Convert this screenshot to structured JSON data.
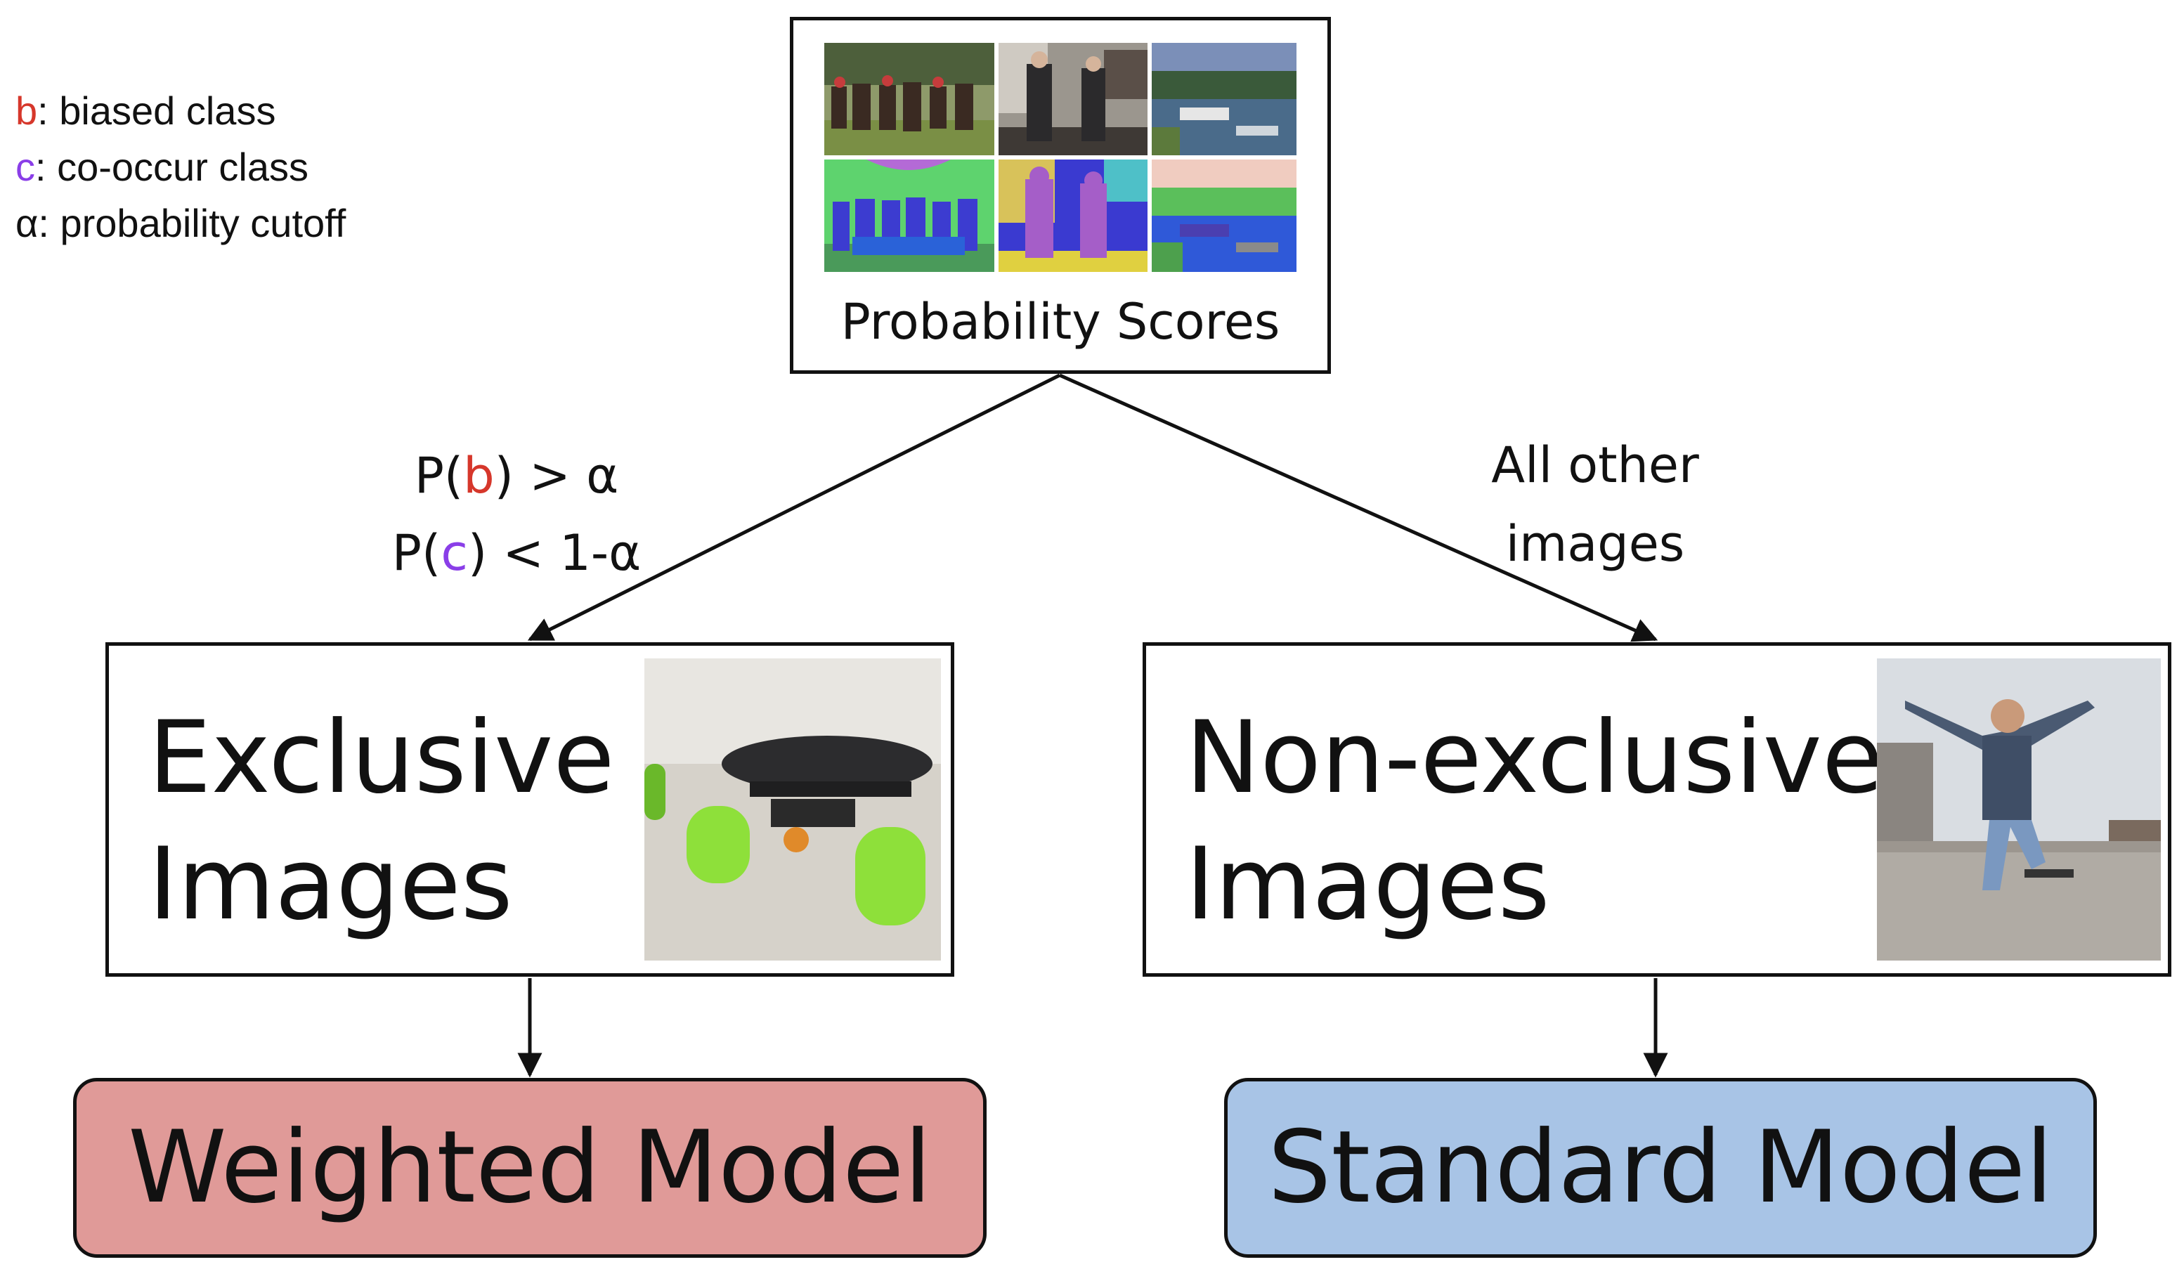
{
  "legend": {
    "b_symbol": "b",
    "b_text": ": biased class",
    "c_symbol": "c",
    "c_text": ": co-occur class",
    "alpha_symbol": "α",
    "alpha_text": ": probability cutoff"
  },
  "probability_box": {
    "label": "Probability Scores"
  },
  "left_condition": {
    "line1_prefix": "P(",
    "line1_symbol": "b",
    "line1_suffix": ") > α",
    "line2_prefix": "P(",
    "line2_symbol": "c",
    "line2_suffix": ") < 1-α"
  },
  "right_condition": {
    "line1": "All other",
    "line2": "images"
  },
  "exclusive_box": {
    "line1": "Exclusive",
    "line2": "Images"
  },
  "nonexclusive_box": {
    "line1": "Non-exclusive",
    "line2": "Images"
  },
  "models": {
    "weighted": "Weighted Model",
    "standard": "Standard Model"
  },
  "colors": {
    "biased_class": "#d6372b",
    "co_occur_class": "#8a3ee8",
    "weighted_model_fill": "#e09a98",
    "standard_model_fill": "#a8c4e6"
  }
}
